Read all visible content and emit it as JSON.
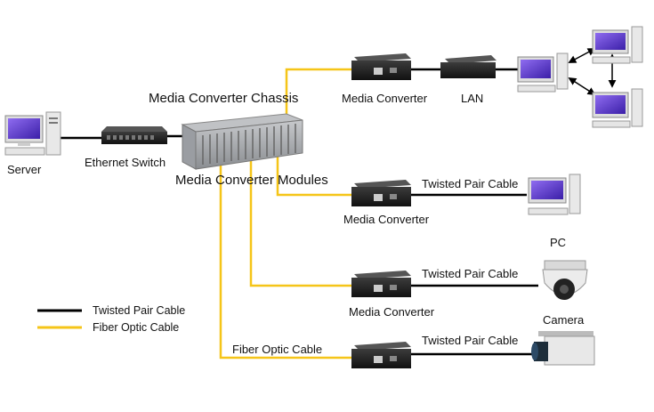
{
  "labels": {
    "chassis": "Media Converter Chassis",
    "modules": "Media Converter Modules",
    "server": "Server",
    "ethernet_switch": "Ethernet Switch",
    "media_converter": "Media Converter",
    "lan": "LAN",
    "pc": "PC",
    "camera": "Camera",
    "twisted_pair_cable": "Twisted Pair Cable",
    "fiber_optic_cable": "Fiber Optic Cable"
  },
  "legend": {
    "items": [
      {
        "label": "Twisted Pair Cable",
        "color": "#000000"
      },
      {
        "label": "Fiber Optic Cable",
        "color": "#f5c518"
      }
    ]
  },
  "colors": {
    "twisted_pair": "#000000",
    "fiber_optic": "#f5c518",
    "device_body": "#2a2a2a",
    "chassis_body": "#9a9da2",
    "pc_screen": "#6b3fd8"
  },
  "icons": [
    "server-computer-icon",
    "ethernet-switch-icon",
    "chassis-icon",
    "media-converter-icon",
    "pc-icon",
    "dome-camera-icon",
    "box-camera-icon"
  ]
}
